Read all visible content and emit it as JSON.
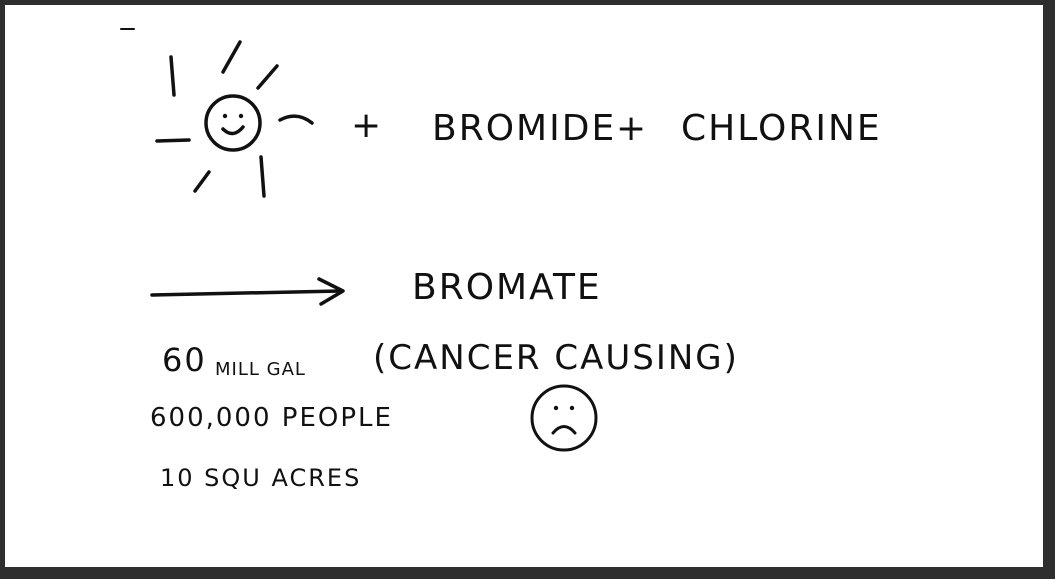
{
  "equation": {
    "plus_sign": "+",
    "term_1": "BROMIDE",
    "plus_sign_2": "+",
    "term_2": "CHLORINE"
  },
  "product": {
    "name": "BROMATE"
  },
  "facts": {
    "line_1_number": "60",
    "line_1_unit": "MILL GAL",
    "cancer_note": "(CANCER CAUSING)",
    "line_2": "600,000 PEOPLE",
    "line_3": "10 SQU ACRES"
  },
  "icons": {
    "sun": "smiling-sun-icon",
    "arrow": "right-arrow-icon",
    "sad_face": "sad-face-icon"
  },
  "colors": {
    "ink": "#111111",
    "paper": "#ffffff",
    "frame": "#2e2e2e"
  }
}
